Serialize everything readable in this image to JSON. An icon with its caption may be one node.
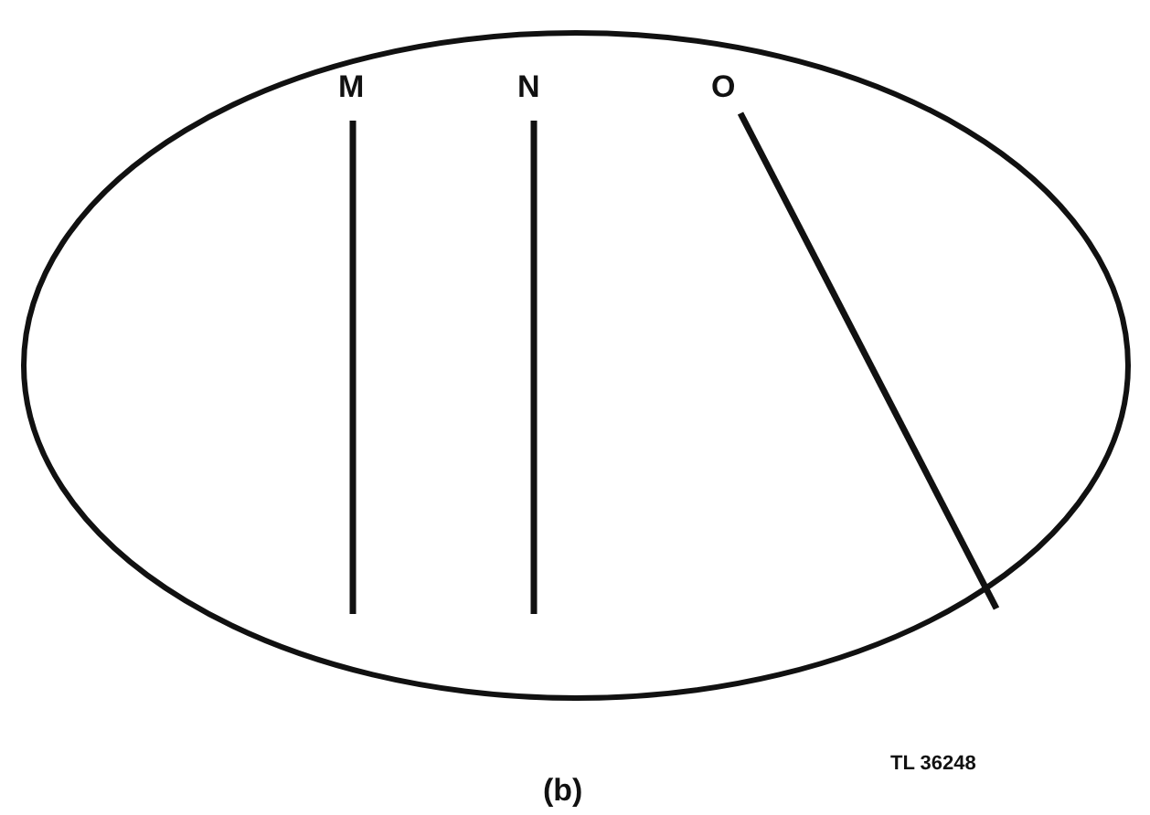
{
  "diagram": {
    "caption": "(b)",
    "labels": [
      "M",
      "N",
      "O",
      "TL 36248"
    ]
  }
}
